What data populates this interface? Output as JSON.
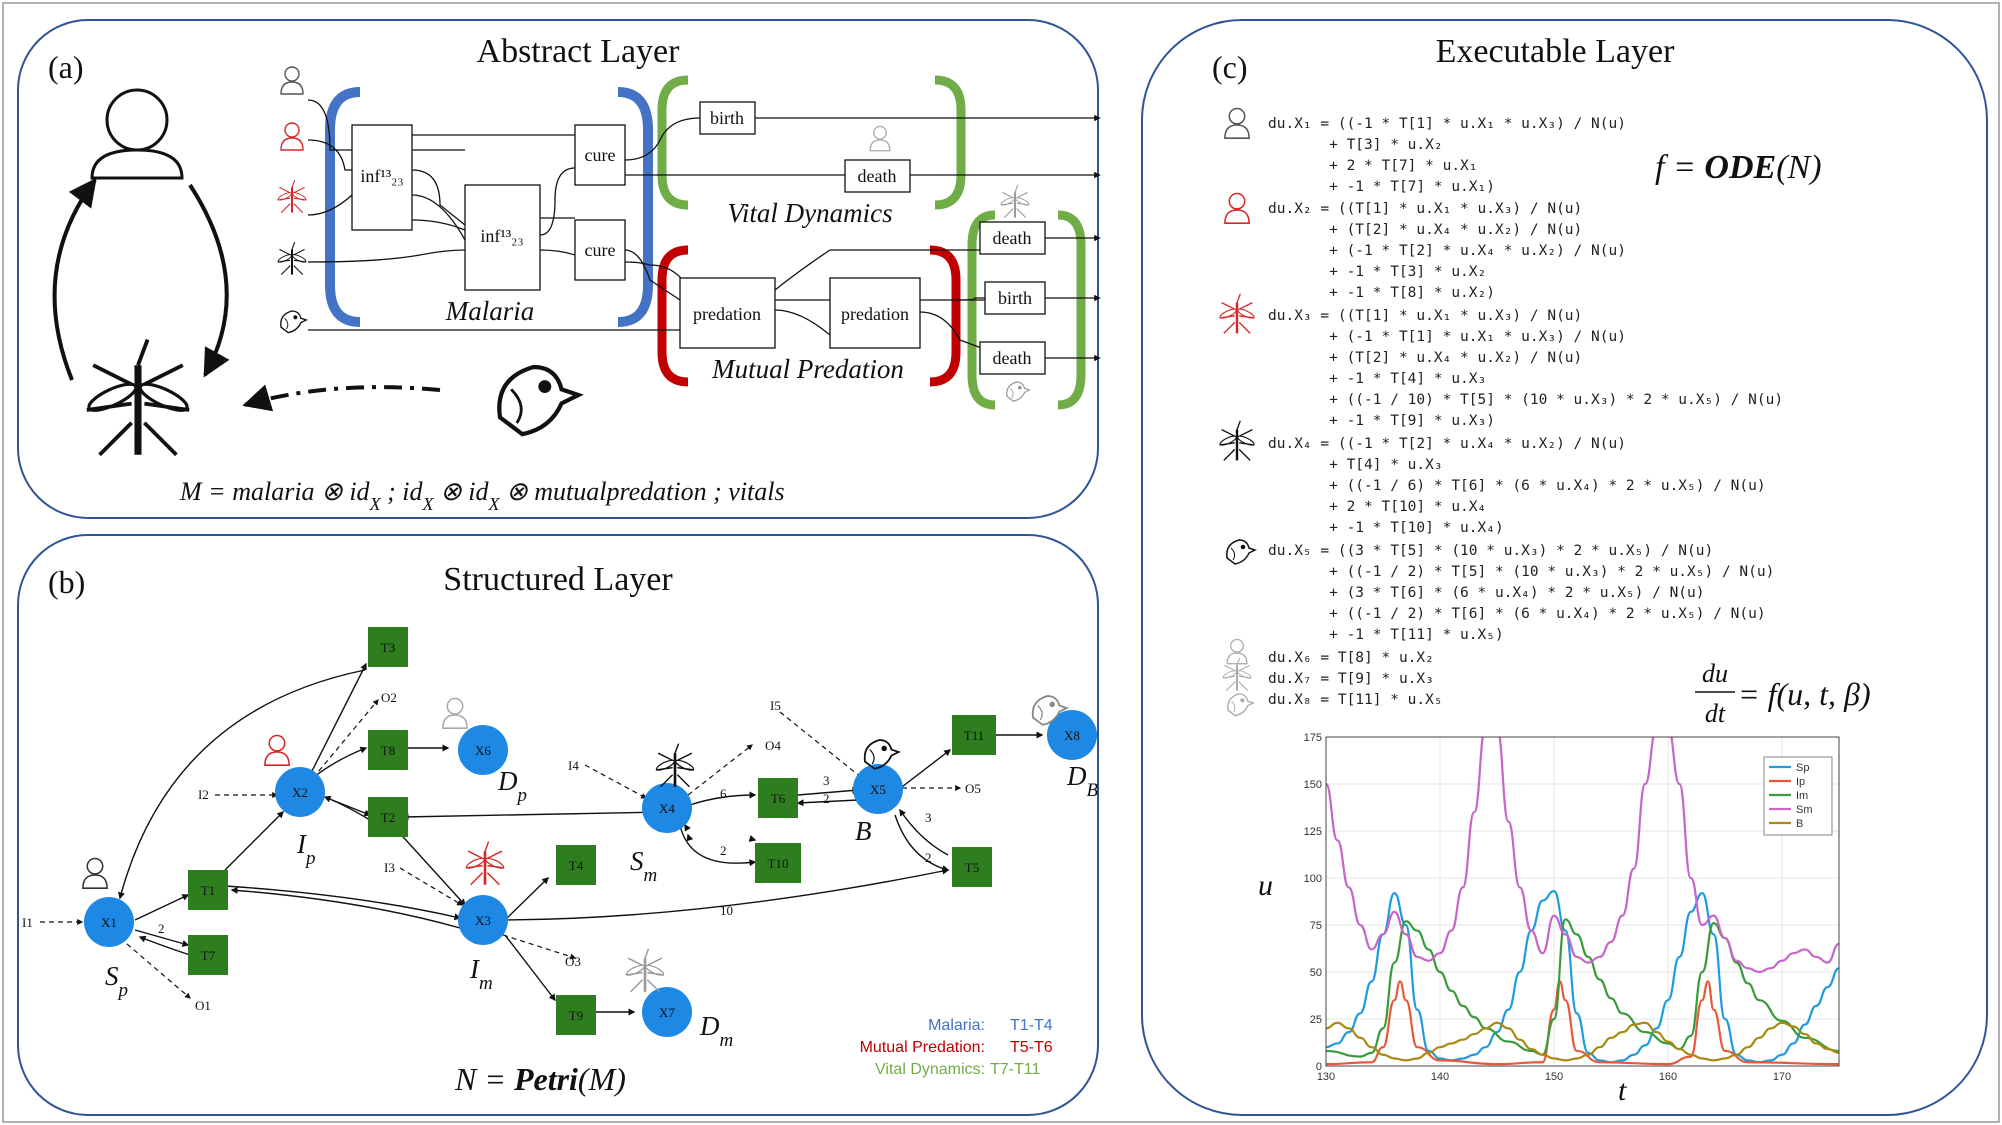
{
  "panels": {
    "a": {
      "letter": "(a)",
      "title": "Abstract Layer",
      "boxes": {
        "inf1": "inf¹³₂₃",
        "inf2": "inf¹³₂₃",
        "cure1": "cure",
        "cure2": "cure",
        "birth_top": "birth",
        "death_top": "death",
        "death_r1": "death",
        "birth_r": "birth",
        "death_r2": "death",
        "predation1": "predation",
        "predation2": "predation"
      },
      "group_labels": {
        "malaria": "Malaria",
        "vital": "Vital Dynamics",
        "mutual": "Mutual Predation"
      },
      "formula": "M =  malaria ⊗ id",
      "formula_parts": [
        "M =  malaria ⊗ id",
        "X",
        " ; id",
        "X",
        " ⊗ id",
        "X",
        " ⊗ mutualpredation ;  vitals"
      ]
    },
    "b": {
      "letter": "(b)",
      "title": "Structured Layer",
      "states": [
        "X1",
        "X2",
        "X3",
        "X4",
        "X5",
        "X6",
        "X7",
        "X8"
      ],
      "state_labels": {
        "X1": "S",
        "X1_sub": "p",
        "X2": "I",
        "X2_sub": "p",
        "X3": "I",
        "X3_sub": "m",
        "X4": "S",
        "X4_sub": "m",
        "X5": "B",
        "X6": "D",
        "X6_sub": "p",
        "X7": "D",
        "X7_sub": "m",
        "X8": "D",
        "X8_sub": "B"
      },
      "transitions": [
        "T1",
        "T2",
        "T3",
        "T4",
        "T5",
        "T6",
        "T7",
        "T8",
        "T9",
        "T10",
        "T11"
      ],
      "inputs": [
        "I1",
        "I2",
        "I3",
        "I4",
        "I5"
      ],
      "outputs": [
        "O1",
        "O2",
        "O3",
        "O4",
        "O5"
      ],
      "weights": [
        "2",
        "6",
        "3",
        "2",
        "2",
        "3",
        "2",
        "10"
      ],
      "legend": [
        {
          "name": "Malaria:",
          "range": "T1-T4",
          "color": "#4472c4"
        },
        {
          "name": "Mutual Predation:",
          "range": "T5-T6",
          "color": "#c00000"
        },
        {
          "name": "Vital Dynamics:",
          "range": "T7-T11",
          "color": "#70ad47"
        }
      ],
      "formula_left": "N = ",
      "formula_bold": "Petri",
      "formula_right": "(M)"
    },
    "c": {
      "letter": "(c)",
      "title": "Executable Layer",
      "formula_f_left": "f = ",
      "formula_f_bold": "ODE",
      "formula_f_right": "(N)",
      "formula_ode_num": "du",
      "formula_ode_den": "dt",
      "formula_ode_right": "= f(u, t, β)",
      "code": [
        "du.X₁ = ((-1 * T[1] * u.X₁ * u.X₃) / N(u)",
        "       + T[3] * u.X₂",
        "       + 2 * T[7] * u.X₁",
        "       + -1 * T[7] * u.X₁)",
        "du.X₂ = ((T[1] * u.X₁ * u.X₃) / N(u)",
        "       + (T[2] * u.X₄ * u.X₂) / N(u)",
        "       + (-1 * T[2] * u.X₄ * u.X₂) / N(u)",
        "       + -1 * T[3] * u.X₂",
        "       + -1 * T[8] * u.X₂)",
        "du.X₃ = ((T[1] * u.X₁ * u.X₃) / N(u)",
        "       + (-1 * T[1] * u.X₁ * u.X₃) / N(u)",
        "       + (T[2] * u.X₄ * u.X₂) / N(u)",
        "       + -1 * T[4] * u.X₃",
        "       + ((-1 / 10) * T[5] * (10 * u.X₃) * 2 * u.X₅) / N(u)",
        "       + -1 * T[9] * u.X₃)",
        "du.X₄ = ((-1 * T[2] * u.X₄ * u.X₂) / N(u)",
        "       + T[4] * u.X₃",
        "       + ((-1 / 6) * T[6] * (6 * u.X₄) * 2 * u.X₅) / N(u)",
        "       + 2 * T[10] * u.X₄",
        "       + -1 * T[10] * u.X₄)",
        "du.X₅ = ((3 * T[5] * (10 * u.X₃) * 2 * u.X₅) / N(u)",
        "       + ((-1 / 2) * T[5] * (10 * u.X₃) * 2 * u.X₅) / N(u)",
        "       + (3 * T[6] * (6 * u.X₄) * 2 * u.X₅) / N(u)",
        "       + ((-1 / 2) * T[6] * (6 * u.X₄) * 2 * u.X₅) / N(u)",
        "       + -1 * T[11] * u.X₅)",
        "du.X₆ = T[8] * u.X₂",
        "du.X₇ = T[9] * u.X₃",
        "du.X₈ = T[11] * u.X₅"
      ],
      "chart_ylabel": "u",
      "chart_xlabel": "t"
    }
  },
  "chart_data": {
    "type": "line",
    "title": "",
    "xlabel": "t",
    "ylabel": "u",
    "xlim": [
      130,
      175
    ],
    "ylim": [
      0,
      175
    ],
    "xticks": [
      130,
      140,
      150,
      160,
      170
    ],
    "yticks": [
      0,
      25,
      50,
      75,
      100,
      125,
      150,
      175
    ],
    "legend_position": "top-right",
    "grid": true,
    "series": [
      {
        "name": "Sp",
        "color": "#1f9bde",
        "x": [
          130,
          131,
          132,
          133,
          134,
          135,
          136,
          137,
          138,
          139,
          140,
          141,
          142,
          143,
          144,
          145,
          146,
          147,
          148,
          149,
          150,
          151,
          152,
          153,
          154,
          155,
          156,
          157,
          158,
          159,
          160,
          161,
          162,
          163,
          164,
          165,
          166,
          167,
          168,
          169,
          170,
          171,
          172,
          173,
          174,
          175
        ],
        "y": [
          10,
          12,
          18,
          28,
          45,
          70,
          92,
          75,
          30,
          8,
          4,
          3,
          4,
          6,
          10,
          18,
          30,
          50,
          72,
          88,
          93,
          72,
          28,
          7,
          3,
          2,
          3,
          6,
          11,
          20,
          35,
          58,
          82,
          92,
          70,
          25,
          6,
          3,
          2,
          3,
          6,
          12,
          22,
          32,
          42,
          52
        ]
      },
      {
        "name": "Ip",
        "color": "#e8593c",
        "x": [
          130,
          134,
          135,
          136,
          136.5,
          137,
          138,
          140,
          145,
          149,
          150,
          150.5,
          151,
          152,
          154,
          160,
          162,
          163,
          163.5,
          164,
          165,
          167,
          175
        ],
        "y": [
          1,
          2,
          10,
          35,
          45,
          35,
          10,
          3,
          1,
          2,
          30,
          45,
          35,
          8,
          2,
          1,
          5,
          35,
          45,
          30,
          8,
          2,
          1
        ]
      },
      {
        "name": "Im",
        "color": "#3a9a3a",
        "x": [
          130,
          133,
          134,
          135,
          136,
          137,
          138,
          139,
          140,
          141,
          142,
          143,
          144,
          146,
          148,
          149,
          150,
          151,
          152,
          153,
          154,
          155,
          156,
          158,
          160,
          161,
          162,
          163,
          164,
          165,
          166,
          167,
          168,
          170,
          172,
          175
        ],
        "y": [
          8,
          5,
          7,
          20,
          55,
          77,
          72,
          62,
          50,
          40,
          32,
          26,
          20,
          13,
          8,
          6,
          25,
          78,
          70,
          58,
          46,
          36,
          28,
          18,
          12,
          9,
          16,
          50,
          76,
          68,
          55,
          44,
          35,
          24,
          15,
          8
        ]
      },
      {
        "name": "Sm",
        "color": "#c766c9",
        "x": [
          130,
          131,
          132,
          133,
          134,
          135,
          136,
          137,
          138,
          139,
          140,
          141,
          142,
          143,
          144,
          145,
          146,
          147,
          148,
          149,
          150,
          151,
          152,
          153,
          154,
          155,
          156,
          157,
          158,
          159,
          160,
          161,
          162,
          163,
          164,
          165,
          166,
          167,
          168,
          169,
          170,
          171,
          172,
          173,
          174,
          175
        ],
        "y": [
          150,
          120,
          95,
          75,
          62,
          70,
          82,
          70,
          58,
          56,
          60,
          72,
          95,
          135,
          180,
          180,
          130,
          95,
          72,
          60,
          80,
          70,
          58,
          55,
          58,
          66,
          80,
          105,
          150,
          180,
          180,
          150,
          100,
          75,
          80,
          68,
          56,
          52,
          50,
          52,
          56,
          60,
          62,
          58,
          55,
          65
        ]
      },
      {
        "name": "B",
        "color": "#a88a10",
        "x": [
          130,
          131,
          132,
          133,
          134,
          135,
          136,
          137,
          138,
          139,
          140,
          141,
          142,
          143,
          144,
          145,
          146,
          147,
          148,
          149,
          150,
          151,
          152,
          153,
          154,
          155,
          156,
          157,
          158,
          159,
          160,
          161,
          162,
          163,
          164,
          165,
          166,
          167,
          168,
          169,
          170,
          171,
          172,
          173,
          174,
          175
        ],
        "y": [
          20,
          23,
          20,
          15,
          10,
          6,
          4,
          3,
          4,
          7,
          10,
          12,
          14,
          17,
          20,
          23,
          20,
          14,
          9,
          6,
          4,
          3,
          4,
          6,
          10,
          15,
          18,
          22,
          23,
          18,
          13,
          9,
          6,
          4,
          3,
          4,
          6,
          10,
          15,
          20,
          23,
          21,
          17,
          12,
          9,
          7
        ]
      }
    ]
  }
}
